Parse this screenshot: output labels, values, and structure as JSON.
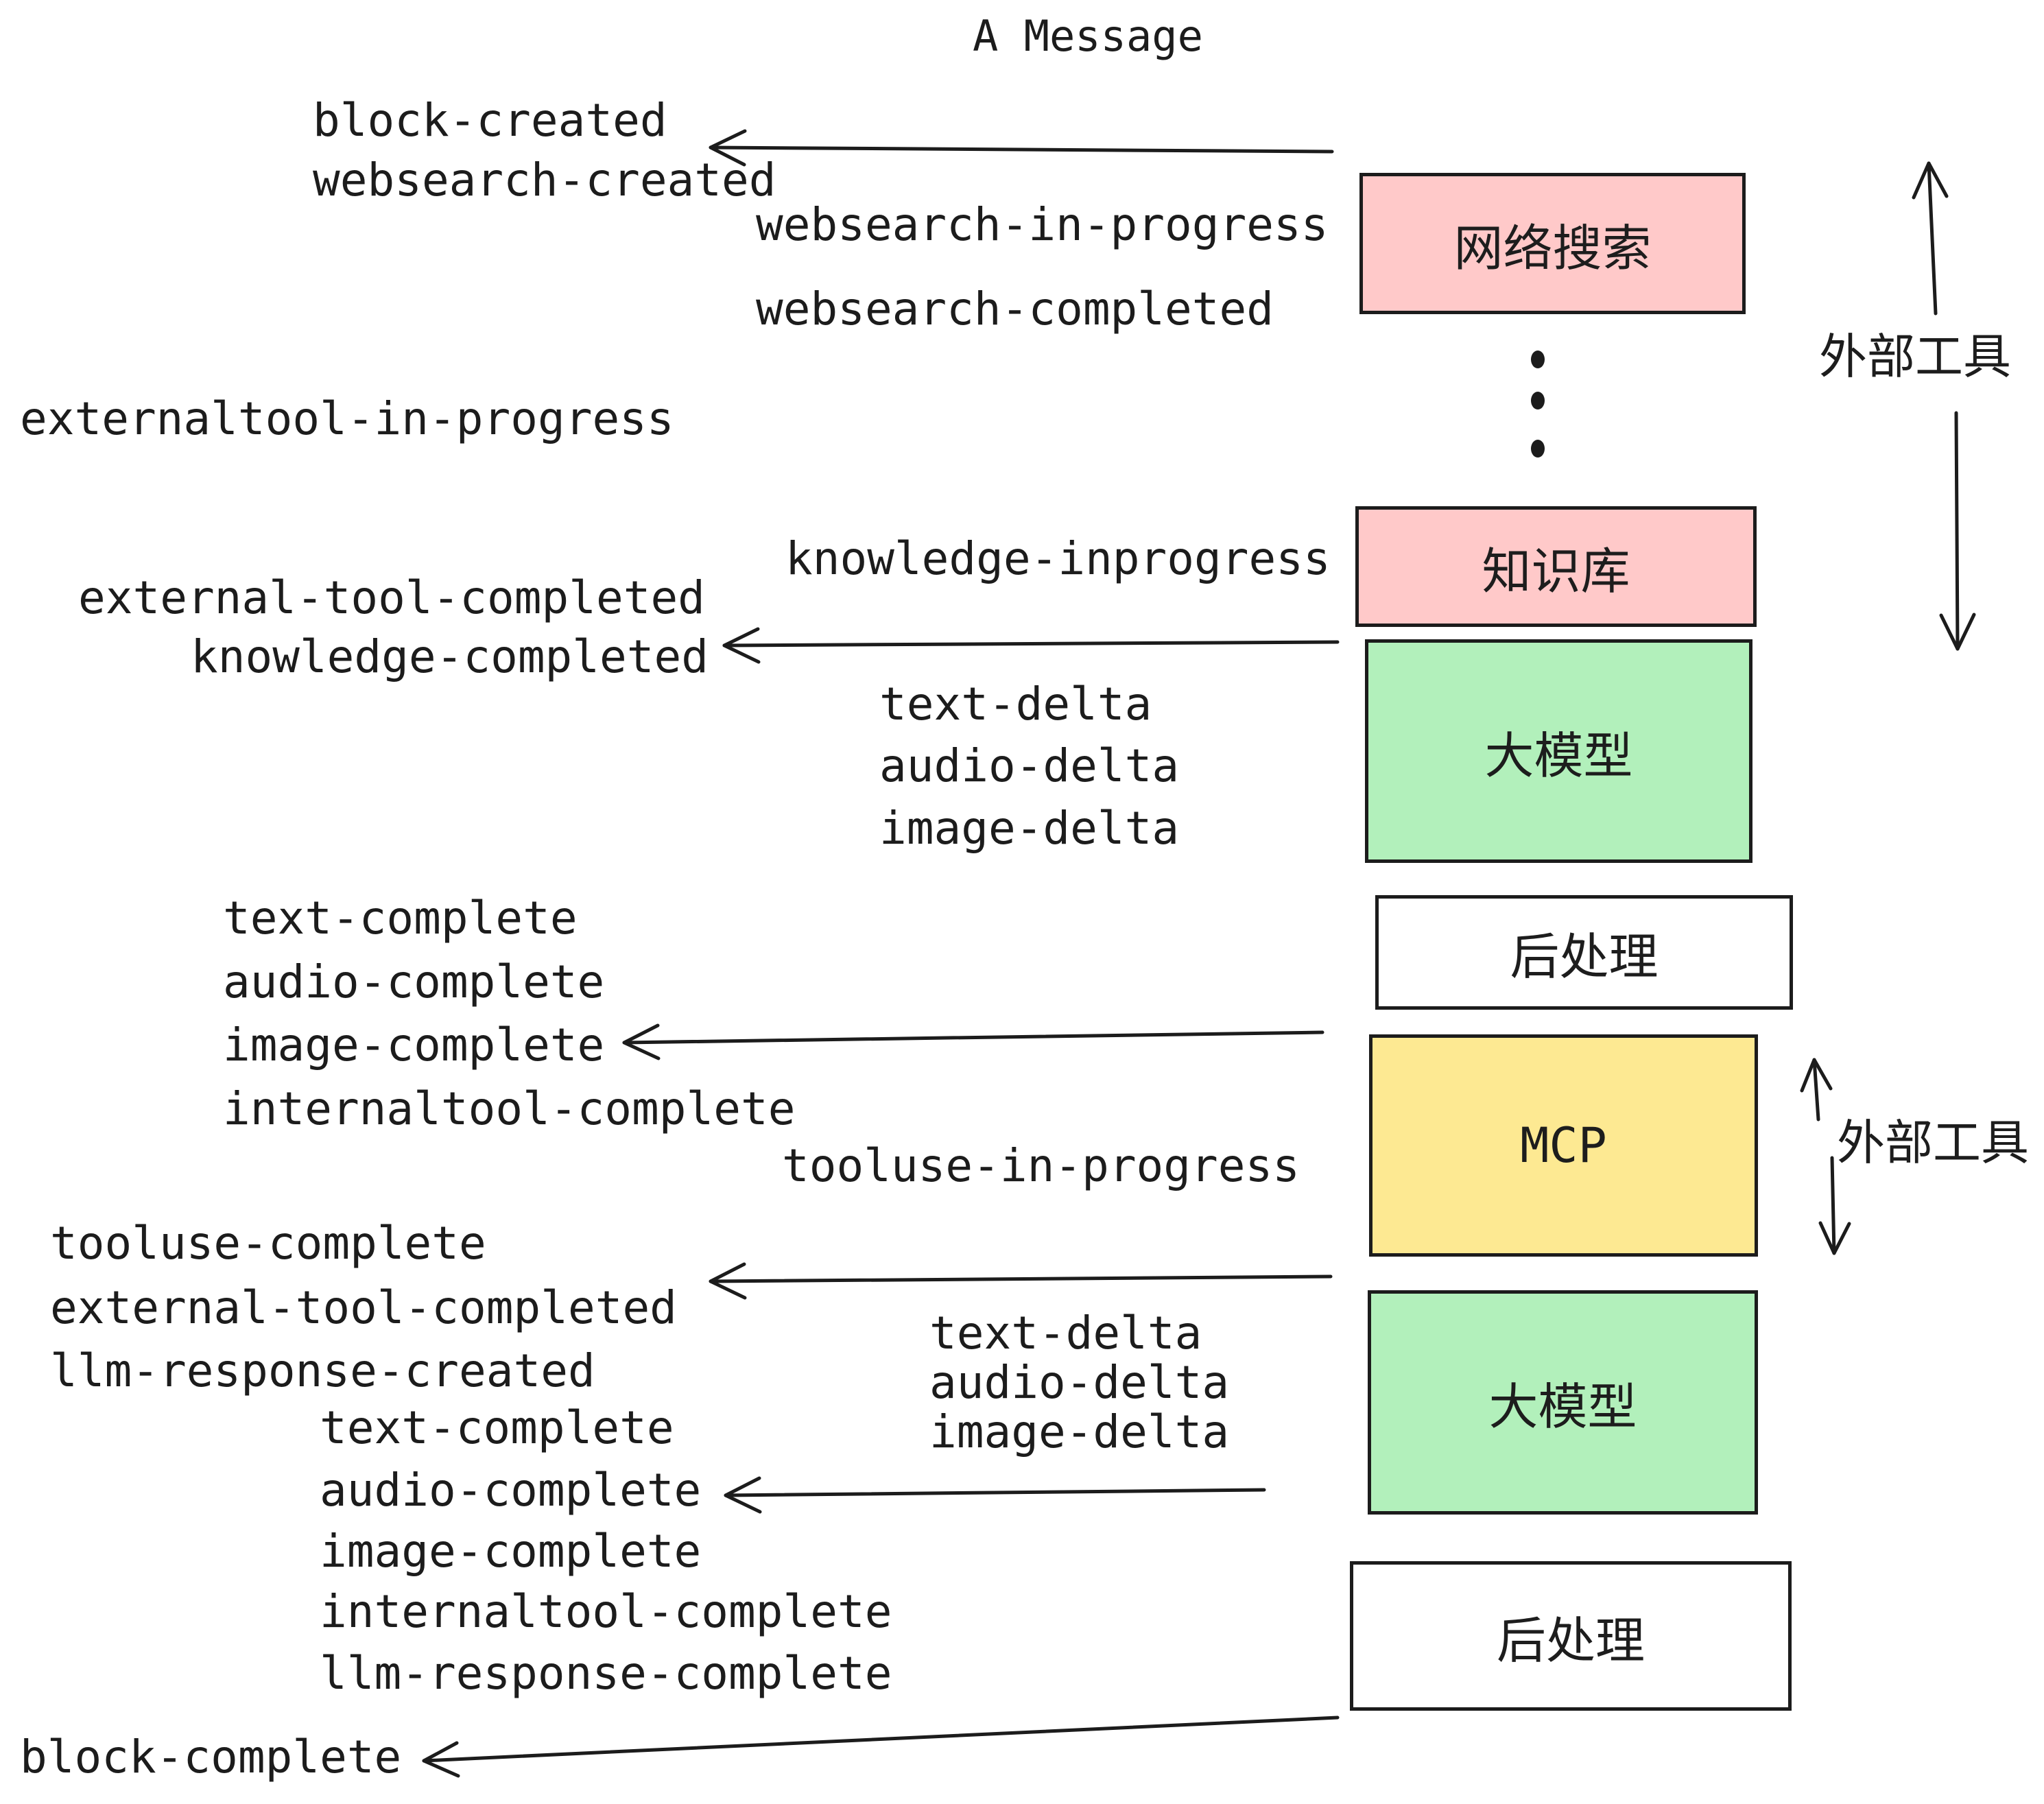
{
  "diagram": {
    "title": "A Message",
    "boxes": [
      {
        "id": "websearch",
        "label": "网络搜索",
        "color_key": "pink"
      },
      {
        "id": "knowledge",
        "label": "知识库",
        "color_key": "pink"
      },
      {
        "id": "llm-1",
        "label": "大模型",
        "color_key": "green"
      },
      {
        "id": "post-1",
        "label": "后处理",
        "color_key": "white"
      },
      {
        "id": "mcp",
        "label": "MCP",
        "color_key": "yellow"
      },
      {
        "id": "llm-2",
        "label": "大模型",
        "color_key": "green"
      },
      {
        "id": "post-2",
        "label": "后处理",
        "color_key": "white"
      }
    ],
    "side_labels": {
      "external_tools": "外部工具"
    },
    "events": {
      "block_created": "block-created",
      "websearch_created": "websearch-created",
      "websearch_in_progress": "websearch-in-progress",
      "websearch_completed": "websearch-completed",
      "externaltool_in_progress": "externaltool-in-progress",
      "knowledge_inprogress": "knowledge-inprogress",
      "external_tool_completed": "external-tool-completed",
      "knowledge_completed": "knowledge-completed",
      "text_delta": "text-delta",
      "audio_delta": "audio-delta",
      "image_delta": "image-delta",
      "text_complete": "text-complete",
      "audio_complete": "audio-complete",
      "image_complete": "image-complete",
      "internaltool_complete": "internaltool-complete",
      "tooluse_in_progress": "tooluse-in-progress",
      "tooluse_complete": "tooluse-complete",
      "llm_response_created": "llm-response-created",
      "llm_response_complete": "llm-response-complete",
      "block_complete": "block-complete"
    }
  },
  "colors": {
    "pink": "#ffc9c9",
    "green": "#b2f0bb",
    "yellow": "#fde992",
    "white": "#ffffff",
    "stroke": "#1c1c1c",
    "background": "#ffffff"
  }
}
